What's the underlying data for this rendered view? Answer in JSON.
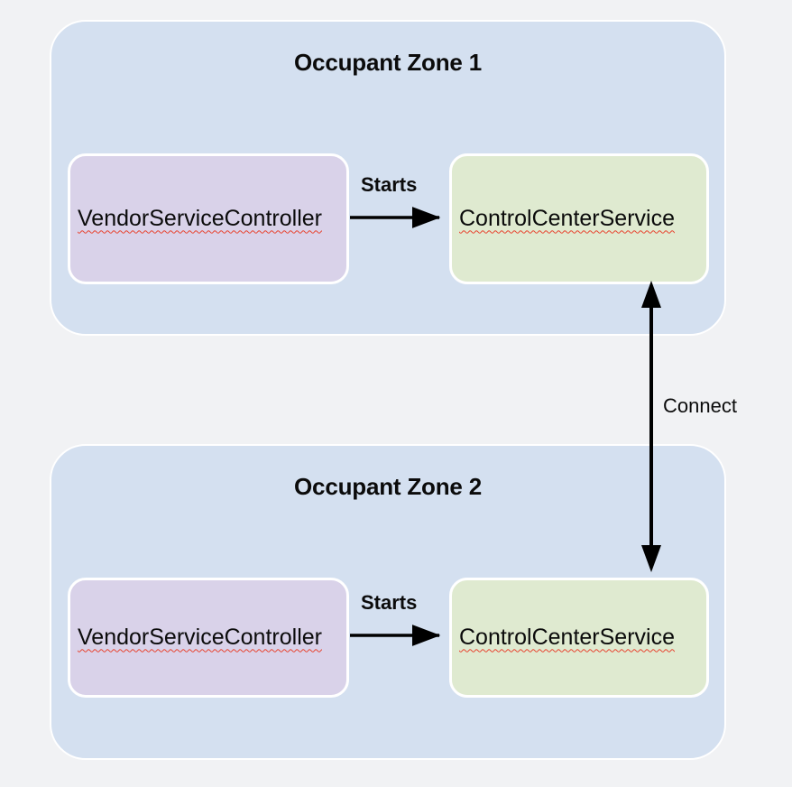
{
  "diagram": {
    "title_present": false,
    "background_color": "#f1f2f4",
    "zones": [
      {
        "id": "zone-1",
        "title": "Occupant Zone 1",
        "color": "#d4e0f0",
        "nodes": [
          {
            "id": "vendor-service-controller-1",
            "label": "VendorServiceController",
            "color": "#d9d2e9",
            "spellcheck_underline": true
          },
          {
            "id": "control-center-service-1",
            "label": "ControlCenterService",
            "color": "#dfead0",
            "spellcheck_underline": true
          }
        ],
        "edges": [
          {
            "id": "starts-1",
            "label": "Starts",
            "from": "vendor-service-controller-1",
            "to": "control-center-service-1",
            "direction": "one-way",
            "bold": true
          }
        ]
      },
      {
        "id": "zone-2",
        "title": "Occupant Zone 2",
        "color": "#d4e0f0",
        "nodes": [
          {
            "id": "vendor-service-controller-2",
            "label": "VendorServiceController",
            "color": "#d9d2e9",
            "spellcheck_underline": true
          },
          {
            "id": "control-center-service-2",
            "label": "ControlCenterService",
            "color": "#dfead0",
            "spellcheck_underline": true
          }
        ],
        "edges": [
          {
            "id": "starts-2",
            "label": "Starts",
            "from": "vendor-service-controller-2",
            "to": "control-center-service-2",
            "direction": "one-way",
            "bold": true
          }
        ]
      }
    ],
    "cross_zone_edges": [
      {
        "id": "connect",
        "label": "Connect",
        "from": "control-center-service-1",
        "to": "control-center-service-2",
        "direction": "two-way",
        "bold": false,
        "color": "#000000"
      }
    ]
  }
}
